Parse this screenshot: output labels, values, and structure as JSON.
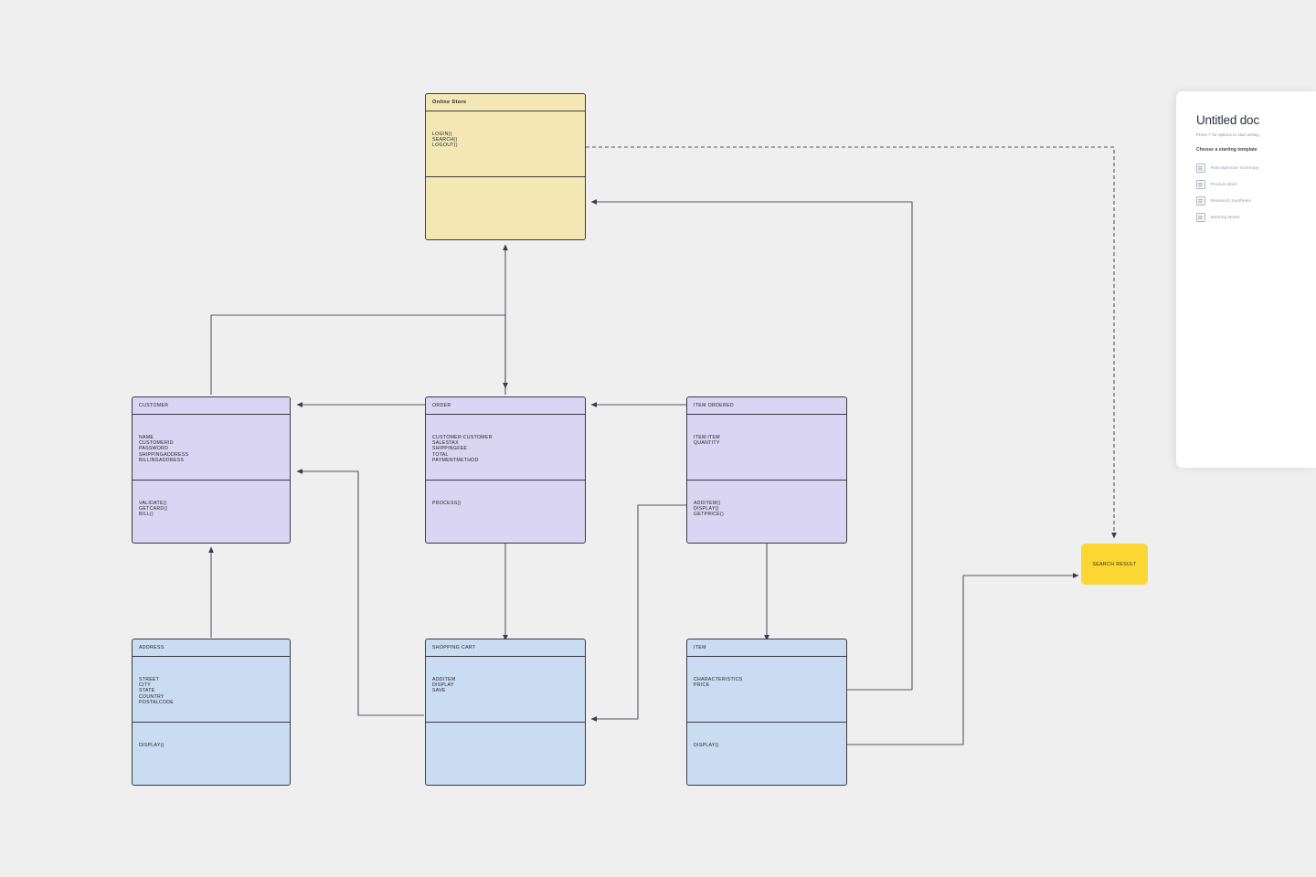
{
  "canvas": {
    "background": "#efeff0",
    "diagram_type": "UML class diagram"
  },
  "palette": {
    "yellow_class_fill": "#f3e8b4",
    "purple_class_fill": "#d9d5f2",
    "blue_class_fill": "#cadcf1",
    "note_fill": "#fcd632",
    "stroke": "#3b3b47",
    "connector": "#555560"
  },
  "classes": [
    {
      "id": "online-store",
      "name": "Online Store",
      "style": "yellow",
      "attributes": "LOGIN()\nSEARCH()\nLOGOUT()",
      "methods": ""
    },
    {
      "id": "customer",
      "name": "CUSTOMER",
      "style": "purple",
      "attributes": "NAME\nCUSTOMERID\nPASSWORD\nSHIPPINGADDRESS\nBILLINGADDRESS",
      "methods": "VALIDATE()\nGETCARD()\nBILL()"
    },
    {
      "id": "order",
      "name": "ORDER",
      "style": "purple",
      "attributes": "CUSTOMER:CUSTOMER\nSALESTAX\nSHIPPINGFEE\nTOTAL\nPAYMENTMETHOD",
      "methods": "PROCESS()"
    },
    {
      "id": "item-ordered",
      "name": "ITEM ORDERED",
      "style": "purple",
      "attributes": "ITEM:ITEM\nQUANTITY",
      "methods": "ADDITEM()\nDISPLAY()\nGETPRICE()"
    },
    {
      "id": "address",
      "name": "ADDRESS",
      "style": "blue",
      "attributes": "STREET\nCITY\nSTATE\nCOUNTRY\nPOSTALCODE",
      "methods": "DISPLAY()"
    },
    {
      "id": "shopping-cart",
      "name": "SHOPPING CART",
      "style": "blue",
      "attributes": "ADDITEM\nDISPLAY\nSAVE",
      "methods": ""
    },
    {
      "id": "item",
      "name": "ITEM",
      "style": "blue",
      "attributes": "CHARACTERISTICS\nPRICE",
      "methods": "DISPLAY()"
    }
  ],
  "notes": [
    {
      "id": "search-result",
      "label": "SEARCH RESULT"
    }
  ],
  "doc_panel": {
    "title": "Untitled doc",
    "hint": "Press '/' for options or start writing",
    "subtitle": "Choose a starting template",
    "templates": [
      {
        "label": "Retrospective Summary",
        "icon": "document-icon"
      },
      {
        "label": "Product Brief",
        "icon": "document-icon"
      },
      {
        "label": "Research Synthesis",
        "icon": "document-icon"
      },
      {
        "label": "Meeting Notes",
        "icon": "document-icon"
      }
    ]
  }
}
